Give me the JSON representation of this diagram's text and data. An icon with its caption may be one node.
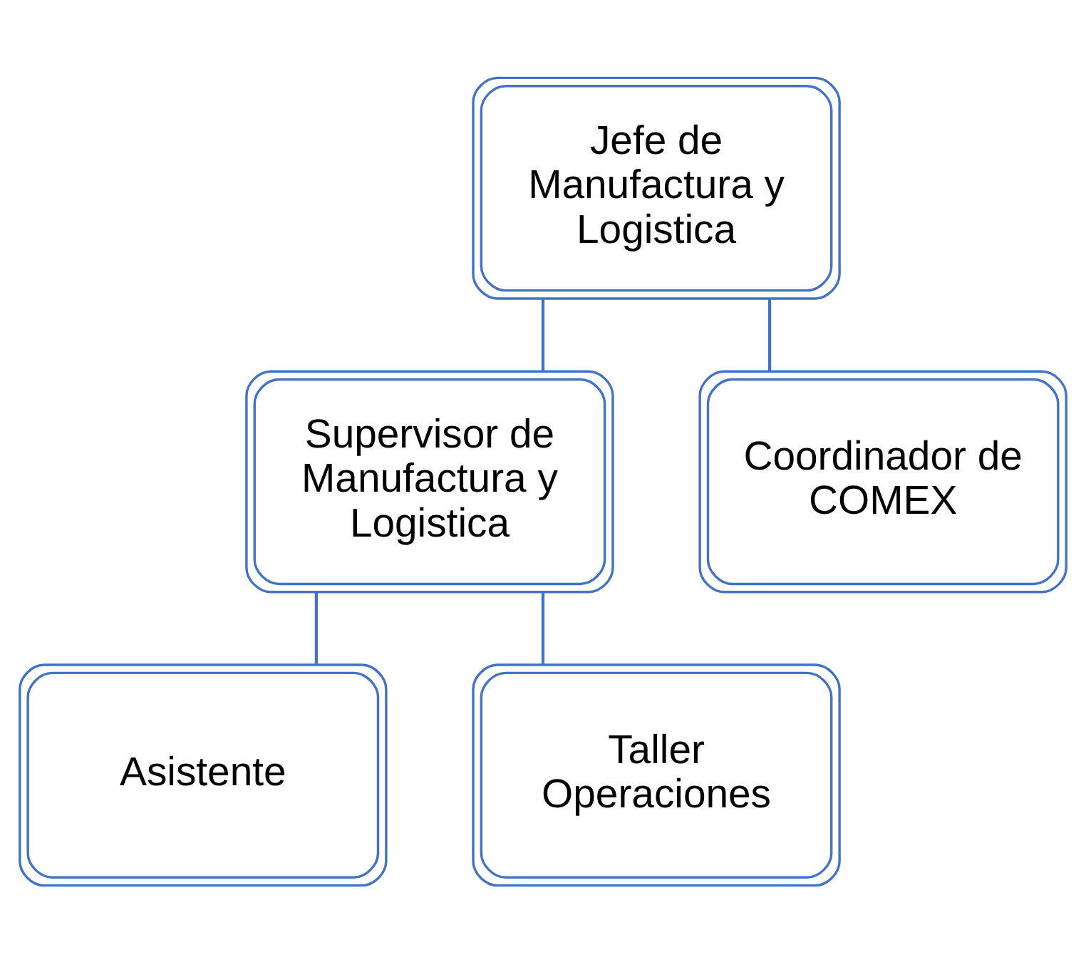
{
  "diagram": {
    "nodes": [
      {
        "text": [
          "Jefe de Manufactura y Logistica"
        ]
      },
      {
        "text": [
          "Supervisor de Manufactura y Logistica"
        ]
      },
      {
        "text": [
          "Coordinador de COMEX"
        ]
      },
      {
        "text": [
          "Asistente"
        ]
      },
      {
        "text": [
          "Taller Operaciones"
        ]
      }
    ],
    "edges": [
      {
        "from": 0,
        "to": 1,
        "arrow": "none"
      },
      {
        "from": 0,
        "to": 2,
        "arrow": "none"
      },
      {
        "from": 1,
        "to": 3,
        "arrow": "none"
      },
      {
        "from": 1,
        "to": 4,
        "arrow": "none"
      }
    ]
  }
}
